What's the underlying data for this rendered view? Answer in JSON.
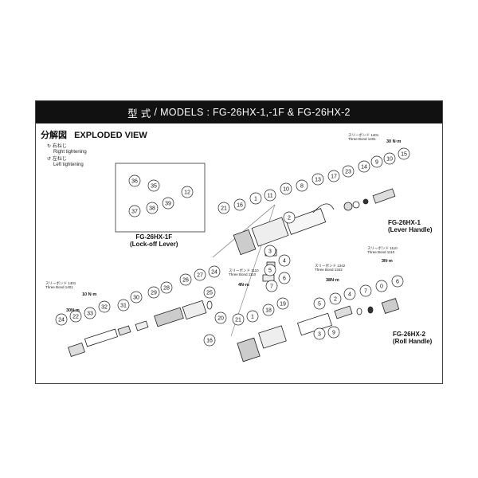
{
  "title": {
    "jp": "型 式",
    "en": "/ MODELS : FG-26HX-1,-1F & FG-26HX-2"
  },
  "heading": {
    "jp": "分解図",
    "en": "EXPLODED VIEW"
  },
  "rotation": {
    "right_jp": "右ねじ",
    "right_en": "Right tightening",
    "left_jp": "左ねじ",
    "left_en": "Left tightening"
  },
  "models": {
    "lever": {
      "name": "FG-26HX-1",
      "desc": "(Lever Handle)"
    },
    "lockoff": {
      "name": "FG-26HX-1F",
      "desc": "(Lock-off  Lever)"
    },
    "roll": {
      "name": "FG-26HX-2",
      "desc": "(Roll Handle)"
    }
  },
  "notes": {
    "tb1401_top_jp": "スリーボンド 1401",
    "tb1401_top_en": "Three Bond 1401",
    "torque_30_top": "30 N·m",
    "tb1110_jp": "スリーボンド 1110",
    "tb1110_en": "Three Bond 1110",
    "torque_3": "3N·m",
    "tb1342_jp": "スリーボンド 1342",
    "tb1342_en": "Three Bond 1342",
    "torque_38": "38N·m",
    "tb1110b_jp": "スリーボンド 1110",
    "tb1110b_en": "Three Bond 1110",
    "torque_4": "4N·m",
    "tb1401_left_jp": "スリーボンド 1401",
    "tb1401_left_en": "Three Bond 1401",
    "torque_30_left": "30N·m",
    "torque_10": "10 N·m"
  },
  "parts": {
    "inset": [
      "36",
      "35",
      "37",
      "38",
      "39",
      "12"
    ],
    "upper": [
      "21",
      "16",
      "1",
      "11",
      "10",
      "8",
      "13",
      "17",
      "23",
      "14",
      "9",
      "10",
      "15",
      "2",
      "3",
      "4",
      "5",
      "6",
      "7"
    ],
    "left": [
      "26",
      "27",
      "24",
      "25",
      "28",
      "29",
      "30",
      "31",
      "32",
      "33",
      "22",
      "24"
    ],
    "lower": [
      "19",
      "18",
      "1",
      "21",
      "20",
      "16",
      "5",
      "2",
      "4",
      "7",
      "0",
      "6",
      "3",
      "9"
    ]
  }
}
